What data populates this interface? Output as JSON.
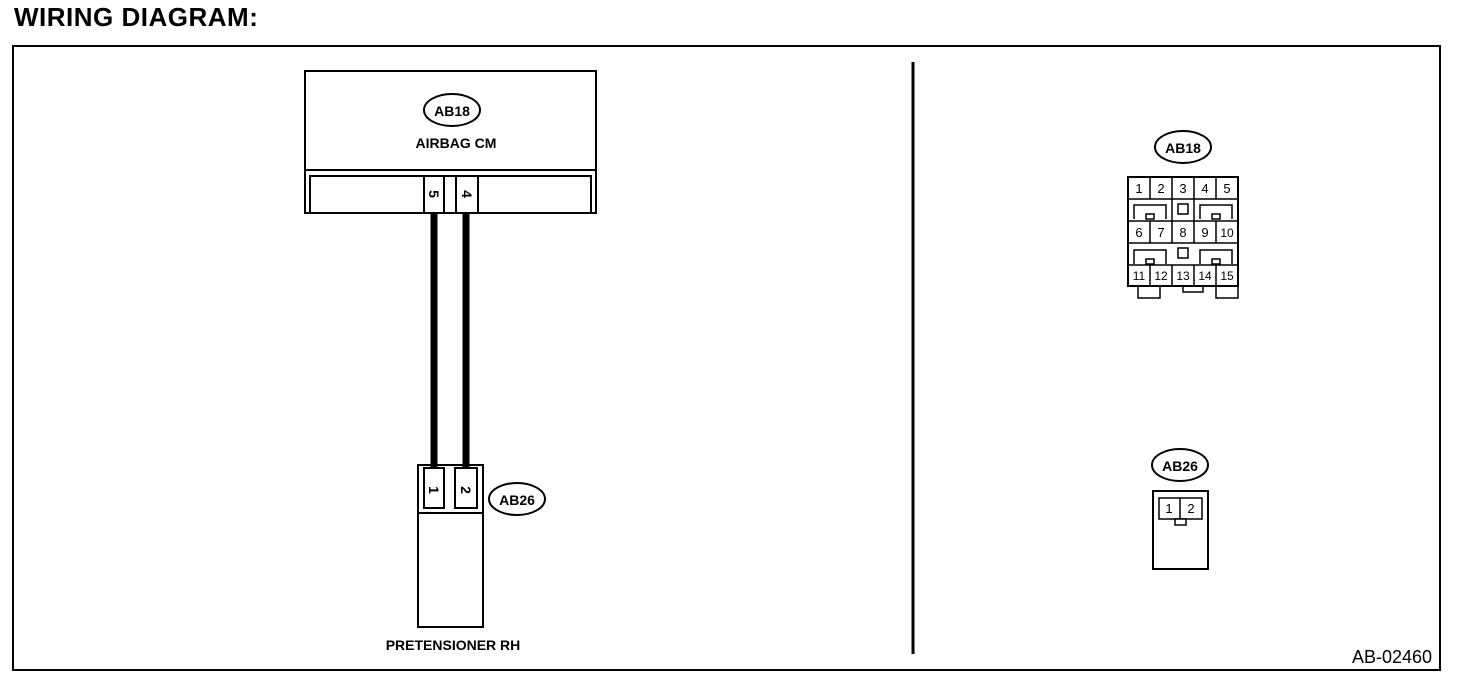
{
  "heading": "WIRING DIAGRAM:",
  "diagram_code": "AB-02460",
  "control_module": {
    "connector_id": "AB18",
    "label": "AIRBAG CM",
    "wired_pins": [
      "5",
      "4"
    ]
  },
  "pretensioner": {
    "connector_id": "AB26",
    "label": "PRETENSIONER RH",
    "pins": [
      "1",
      "2"
    ]
  },
  "connector_views": {
    "ab18": {
      "id": "AB18",
      "row1": [
        "1",
        "2",
        "3",
        "4",
        "5"
      ],
      "row2": [
        "6",
        "7",
        "8",
        "9",
        "10"
      ],
      "row3": [
        "11",
        "12",
        "13",
        "14",
        "15"
      ]
    },
    "ab26": {
      "id": "AB26",
      "pins": [
        "1",
        "2"
      ]
    }
  }
}
